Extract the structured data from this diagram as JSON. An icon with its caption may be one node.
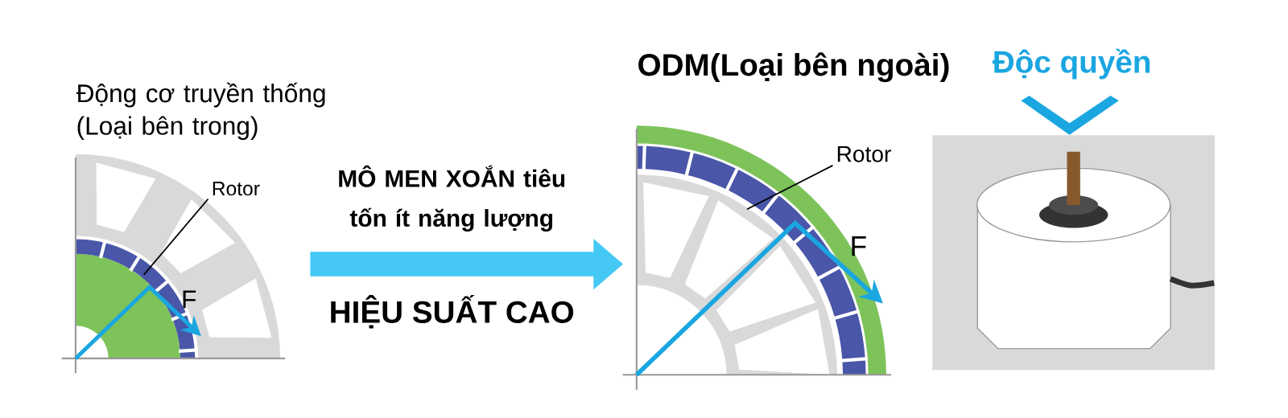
{
  "diagram": {
    "nodes": [
      {
        "text": [
          "Động cơ truyền thống (Loại bên trong)"
        ]
      },
      {
        "text": [
          "Rotor"
        ],
        "in": 0
      },
      {
        "text": [
          "ODM(Loại bên ngoài)"
        ]
      },
      {
        "text": [
          "Rotor"
        ],
        "in": 2
      },
      {
        "text": [
          "Độc quyền"
        ]
      },
      {
        "text": [],
        "shape": "picture"
      }
    ],
    "edges": [
      {
        "from": 0,
        "to": 2,
        "arrow": "to",
        "label": "MÔ MEN XOẮN tiêu tốn ít năng lượng",
        "style": "thick",
        "color": "#45c8f4"
      },
      {
        "from": 1,
        "to": 0,
        "arrow": "none"
      },
      {
        "from": 3,
        "to": 2,
        "arrow": "none"
      },
      {
        "from": 4,
        "to": 5,
        "arrow": "to",
        "style": "thick",
        "color": "#1aa6e0"
      }
    ],
    "labels": [
      "F",
      "HIỆU SUẤT CAO",
      "F"
    ]
  }
}
